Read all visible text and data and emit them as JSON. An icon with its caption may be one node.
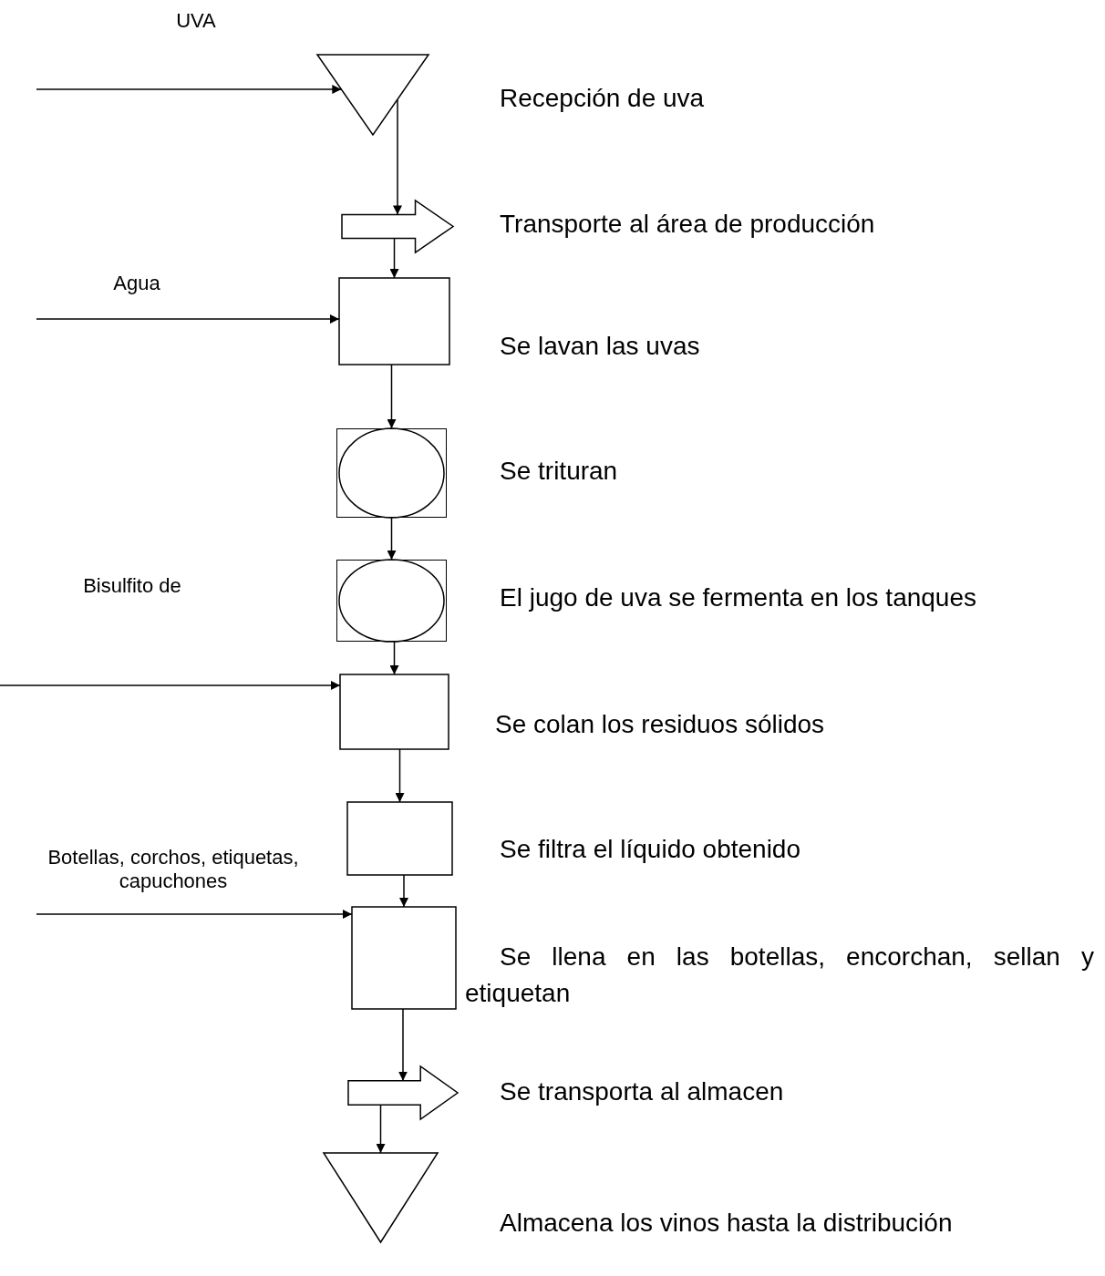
{
  "diagram": {
    "nodes": [
      {
        "text": [],
        "shape": "triangle",
        "beside": [
          "Recepción de uva"
        ]
      },
      {
        "text": [],
        "shape": "arrow",
        "beside": [
          "Transporte al área de producción"
        ]
      },
      {
        "text": [],
        "shape": "box",
        "beside": [
          "Se lavan las uvas"
        ]
      },
      {
        "text": [],
        "shape": "circle",
        "beside": [
          "Se trituran"
        ]
      },
      {
        "text": [],
        "shape": "circle",
        "beside": [
          "El jugo de uva se fermenta en los tanques"
        ]
      },
      {
        "text": [],
        "shape": "box",
        "beside": [
          "Se colan los residuos sólidos"
        ]
      },
      {
        "text": [],
        "shape": "box",
        "beside": [
          "Se filtra el líquido obtenido"
        ]
      },
      {
        "text": [],
        "shape": "box",
        "beside": [
          "Se llena en las botellas, encorchan, sellan y etiquetan"
        ]
      },
      {
        "text": [],
        "shape": "arrow",
        "beside": [
          "Se transporta al almacen"
        ]
      },
      {
        "text": [],
        "shape": "triangle",
        "beside": [
          "Almacena los vinos hasta la distribución"
        ]
      }
    ],
    "edges": [
      {
        "from": null,
        "to": 0,
        "arrow": "to",
        "label": "UVA"
      },
      {
        "from": 0,
        "to": 1,
        "arrow": "to"
      },
      {
        "from": 1,
        "to": 2,
        "arrow": "to"
      },
      {
        "from": null,
        "to": 2,
        "arrow": "to",
        "label": "Agua"
      },
      {
        "from": 2,
        "to": 3,
        "arrow": "to"
      },
      {
        "from": 3,
        "to": 4,
        "arrow": "to"
      },
      {
        "from": 4,
        "to": 5,
        "arrow": "to"
      },
      {
        "from": null,
        "to": 5,
        "arrow": "to",
        "label": "Bisulfito de"
      },
      {
        "from": 5,
        "to": 6,
        "arrow": "to"
      },
      {
        "from": 6,
        "to": 7,
        "arrow": "to"
      },
      {
        "from": null,
        "to": 7,
        "arrow": "to",
        "label": "Botellas, corchos, etiquetas, capuchones"
      },
      {
        "from": 7,
        "to": 8,
        "arrow": "to"
      },
      {
        "from": 8,
        "to": 9,
        "arrow": "to"
      }
    ]
  }
}
